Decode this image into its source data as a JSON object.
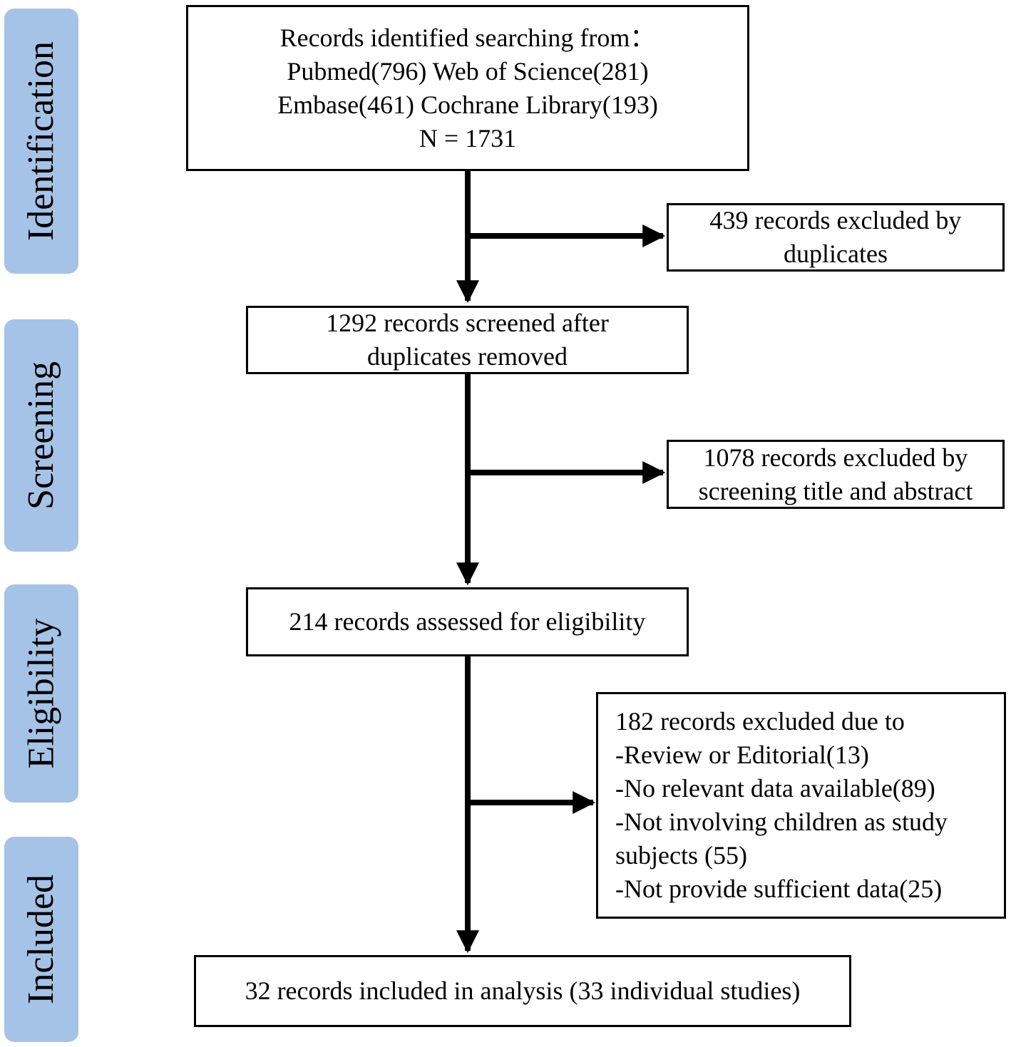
{
  "stages": {
    "identification": "Identification",
    "screening": "Screening",
    "eligibility": "Eligibility",
    "included": "Included"
  },
  "boxes": {
    "identified": {
      "lines": [
        "Records identified searching from：",
        "Pubmed(796)  Web of Science(281)",
        "Embase(461) Cochrane Library(193)",
        "N = 1731"
      ]
    },
    "excluded_duplicates": {
      "lines": [
        "439 records excluded by",
        "duplicates"
      ]
    },
    "screened": {
      "lines": [
        "1292 records screened after",
        "duplicates removed"
      ]
    },
    "excluded_screening": {
      "lines": [
        "1078 records excluded by",
        "screening title and abstract"
      ]
    },
    "assessed": {
      "lines": [
        "214 records assessed for eligibility"
      ]
    },
    "excluded_eligibility": {
      "lines": [
        "182 records excluded due to",
        "-Review or Editorial(13)",
        "-No relevant data available(89)",
        "-Not involving children as study",
        "subjects (55)",
        "-Not provide sufficient data(25)"
      ]
    },
    "included": {
      "lines": [
        "32 records included in analysis (33 individual studies)"
      ]
    }
  }
}
